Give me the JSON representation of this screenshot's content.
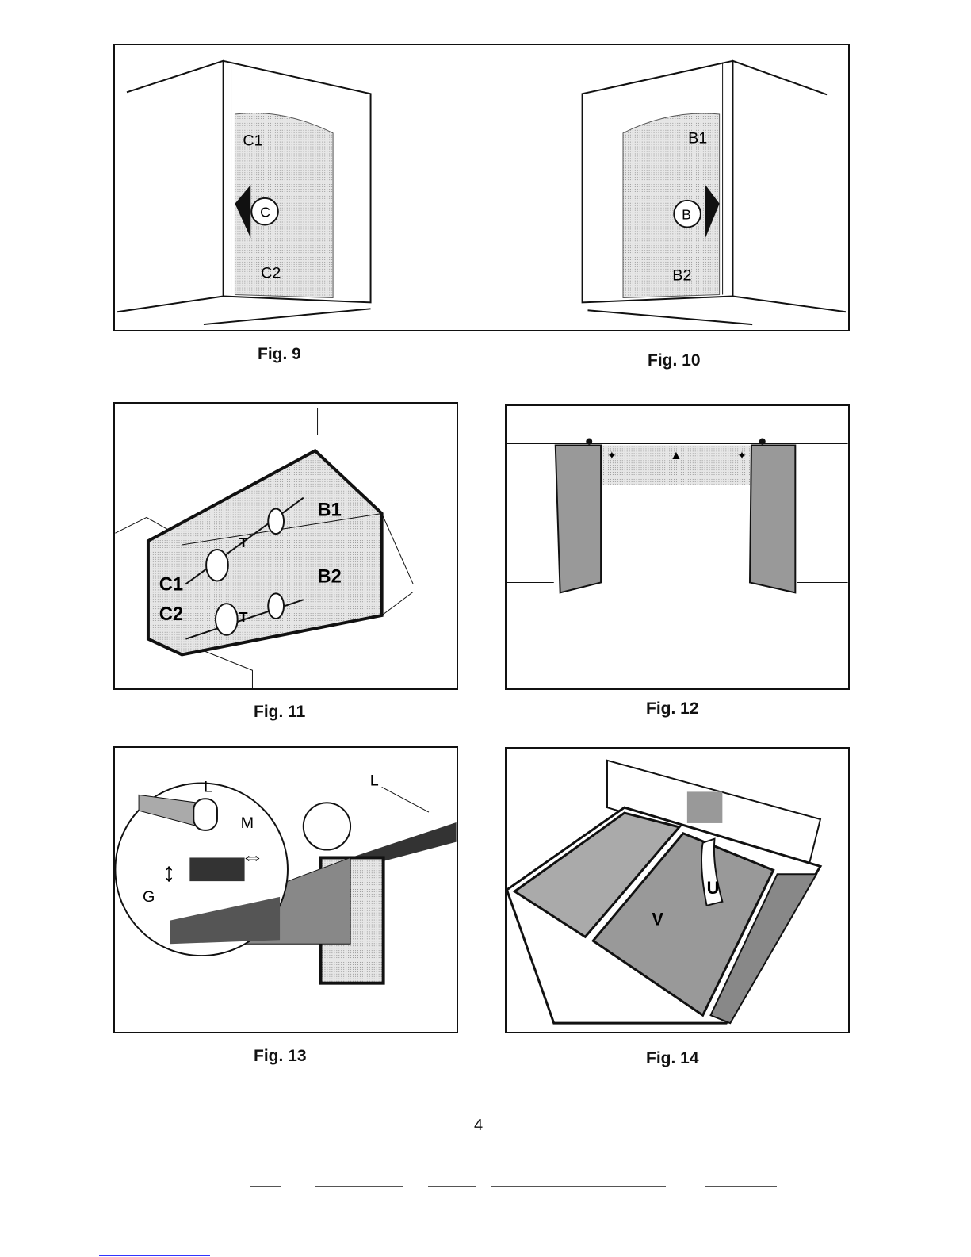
{
  "figures": {
    "fig9": {
      "caption": "Fig. 9",
      "labels": {
        "top": "C1",
        "arrow": "C",
        "bottom": "C2"
      }
    },
    "fig10": {
      "caption": "Fig. 10",
      "labels": {
        "top": "B1",
        "arrow": "B",
        "bottom": "B2"
      }
    },
    "fig11": {
      "caption": "Fig. 11",
      "labels": {
        "b1": "B1",
        "b2": "B2",
        "c1": "C1",
        "c2": "C2",
        "t_top": "T",
        "t_bottom": "T"
      }
    },
    "fig12": {
      "caption": "Fig. 12"
    },
    "fig13": {
      "caption": "Fig. 13",
      "labels": {
        "l_left": "L",
        "m": "M",
        "g": "G",
        "l_right": "L"
      }
    },
    "fig14": {
      "caption": "Fig. 14",
      "labels": {
        "v": "V",
        "u": "U"
      }
    }
  },
  "page_number": "4",
  "colors": {
    "ink": "#111111",
    "shade": "#c8c8c8",
    "dark_shade": "#8a8a8a"
  }
}
